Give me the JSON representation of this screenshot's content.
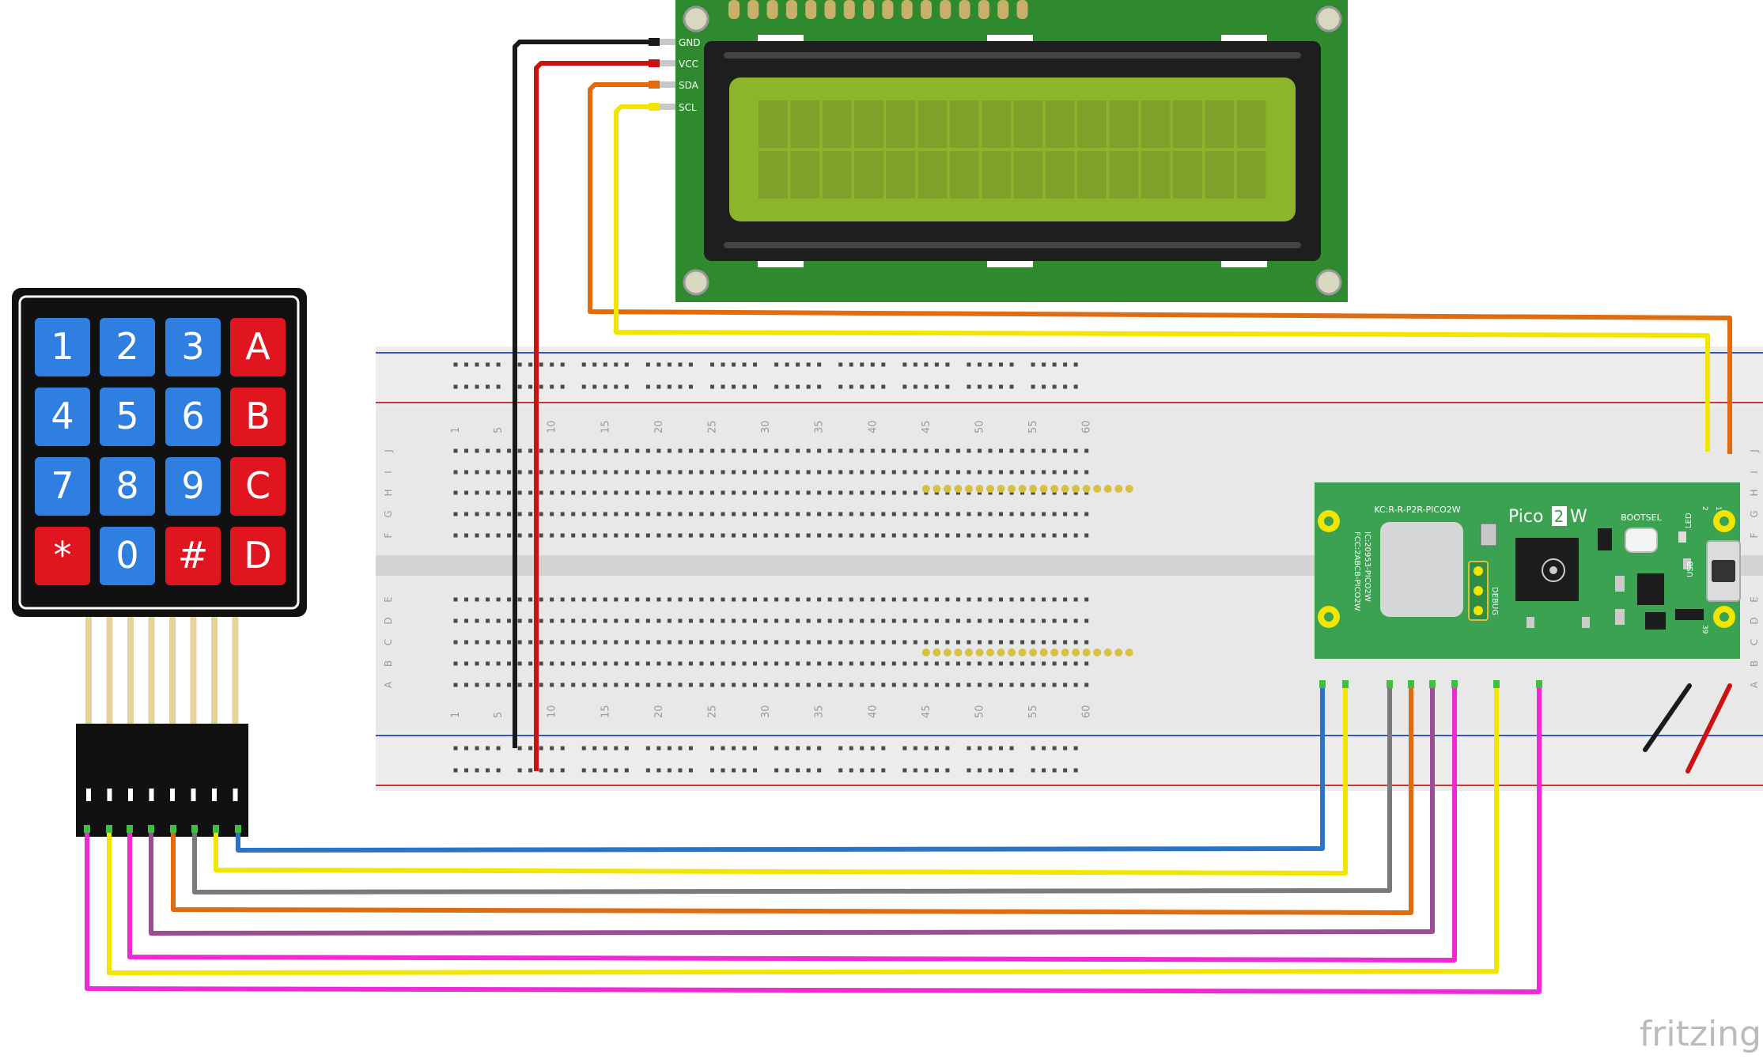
{
  "lcd": {
    "pins": [
      "GND",
      "VCC",
      "SDA",
      "SCL"
    ],
    "pin_colors": [
      "#1a1a1a",
      "#cc1111",
      "#e06c12",
      "#f2e600"
    ]
  },
  "keypad": {
    "keys": [
      [
        "1",
        "2",
        "3",
        "A"
      ],
      [
        "4",
        "5",
        "6",
        "B"
      ],
      [
        "7",
        "8",
        "9",
        "C"
      ],
      [
        "*",
        "0",
        "#",
        "D"
      ]
    ],
    "blue": "#2f7fe0",
    "red": "#e0151f"
  },
  "breadboard": {
    "column_numbers": [
      "1",
      "5",
      "10",
      "15",
      "20",
      "25",
      "30",
      "35",
      "40",
      "45",
      "50",
      "55",
      "60"
    ],
    "row_letters_top": [
      "J",
      "I",
      "H",
      "G",
      "F"
    ],
    "row_letters_bottom": [
      "E",
      "D",
      "C",
      "B",
      "A"
    ]
  },
  "pico": {
    "name_prefix": "Pico",
    "name_num": "2",
    "name_suffix": "W",
    "fcc_label": "KC:R-R-P2R-PICO2W",
    "ic_label_1": "FCC:2ABCB-PICO2W",
    "ic_label_2": "IC:20953-PICO2W",
    "debug_label": "DEBUG",
    "bootsel_label": "BOOTSEL",
    "led_label": "LED",
    "usb_label": "USB",
    "pin_1": "1",
    "pin_2": "2",
    "pin_39": "39"
  },
  "watermark": "fritzing",
  "wire_colors": {
    "black": "#1a1a1a",
    "red": "#cc1111",
    "orange": "#e06c12",
    "yellow": "#f2e600",
    "blue": "#2b72c9",
    "gray": "#7a7a7a",
    "purple": "#9b4d96",
    "magenta": "#ee2ad8"
  }
}
